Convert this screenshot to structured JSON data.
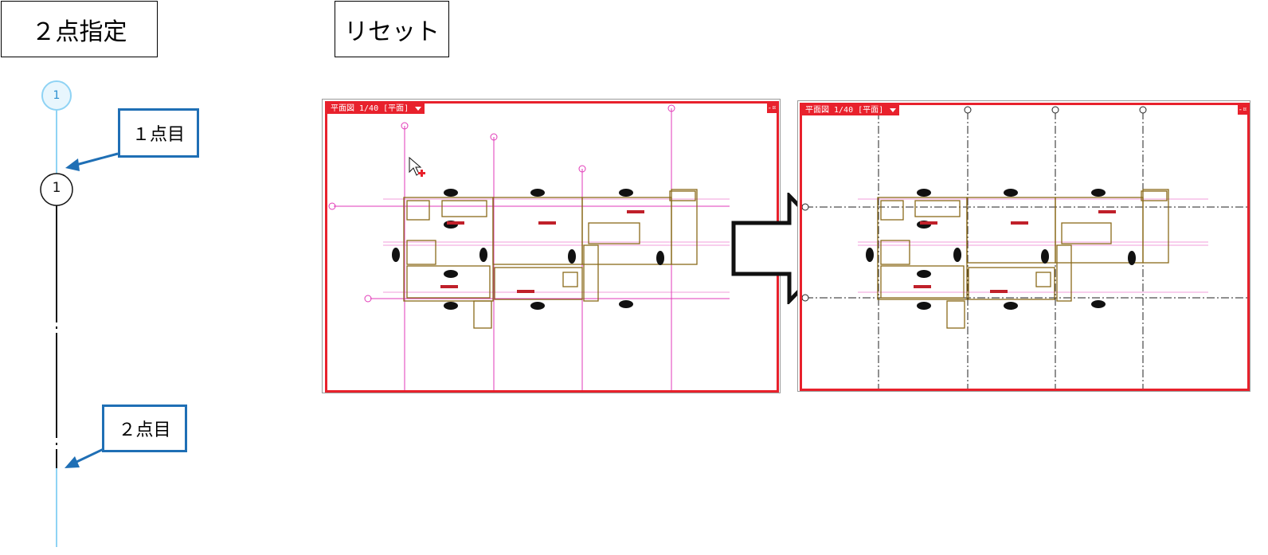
{
  "buttons": {
    "two_point": "２点指定",
    "reset": "リセット"
  },
  "callouts": {
    "first_point": "１点目",
    "second_point": "２点目"
  },
  "axis_label": {
    "top_bubble": "1",
    "bubble": "1"
  },
  "panels": {
    "left_title": "平面図 1/40 [平面]",
    "right_title": "平面図 1/40 [平面]",
    "pin": "-¤"
  },
  "colors": {
    "accent_red": "#e8212c",
    "callout_blue": "#1f6fb5",
    "axis_cyan": "#8fd3f4",
    "grid_magenta": "#e23ab8",
    "wall_olive": "#8a6a1a"
  },
  "icons": {
    "dropdown": "caret-down-icon",
    "pin": "pin-icon",
    "cursor": "arrow-cursor-icon",
    "arrow": "right-arrow-icon"
  }
}
